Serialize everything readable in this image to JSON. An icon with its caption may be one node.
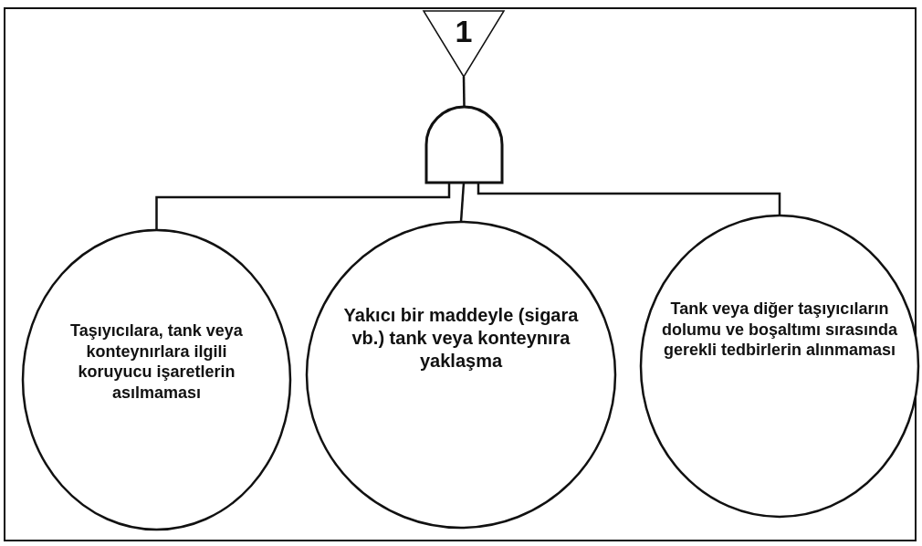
{
  "diagram": {
    "nodes": [
      {
        "text": [
          "1"
        ]
      },
      {
        "text": [],
        "shape": "gate"
      },
      {
        "text": [
          "Taşıyıcılara, tank veya konteynırlara ilgili koruyucu işaretlerin asılmaması"
        ]
      },
      {
        "text": [
          "Yakıcı bir maddeyle (sigara vb.) tank veya konteynıra yaklaşma"
        ]
      },
      {
        "text": [
          "Tank veya diğer taşıyıcıların dolumu ve boşaltımı sırasında gerekli tedbirlerin alınmaması"
        ]
      }
    ],
    "edges": [
      {
        "from": 0,
        "to": 1,
        "arrow": "none"
      },
      {
        "from": 1,
        "to": 2,
        "arrow": "none"
      },
      {
        "from": 1,
        "to": 3,
        "arrow": "none"
      },
      {
        "from": 1,
        "to": 4,
        "arrow": "none"
      }
    ]
  }
}
